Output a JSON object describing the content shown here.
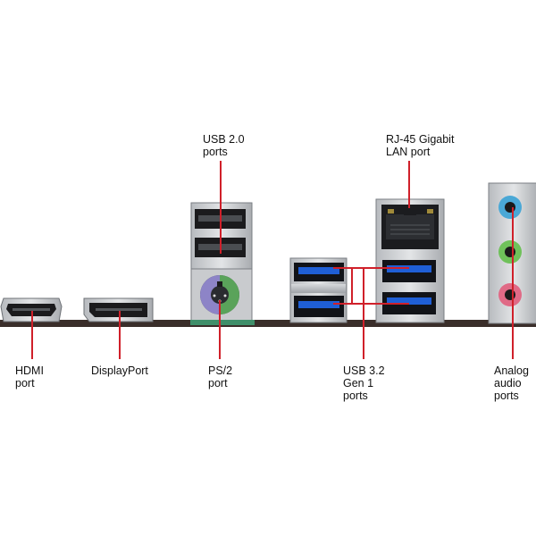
{
  "labels": {
    "usb20": [
      "USB 2.0",
      "ports"
    ],
    "rj45": [
      "RJ-45 Gigabit",
      "LAN port"
    ],
    "hdmi": [
      "HDMI",
      "port"
    ],
    "displayport": [
      "DisplayPort"
    ],
    "ps2": [
      "PS/2",
      "port"
    ],
    "usb32": [
      "USB 3.2",
      "Gen 1",
      "ports"
    ],
    "audio": [
      "Analog",
      "audio",
      "ports"
    ]
  },
  "colors": {
    "leader": "#d0202a",
    "board": "#3a2e2a",
    "metal": "#c9cbce",
    "usb3_blue": "#1f5fd6",
    "ps2_purple": "#8d84c7",
    "ps2_green": "#5aa35a",
    "audio_blue": "#4aa8d6",
    "audio_green": "#6fc15a",
    "audio_pink": "#e06a86"
  }
}
